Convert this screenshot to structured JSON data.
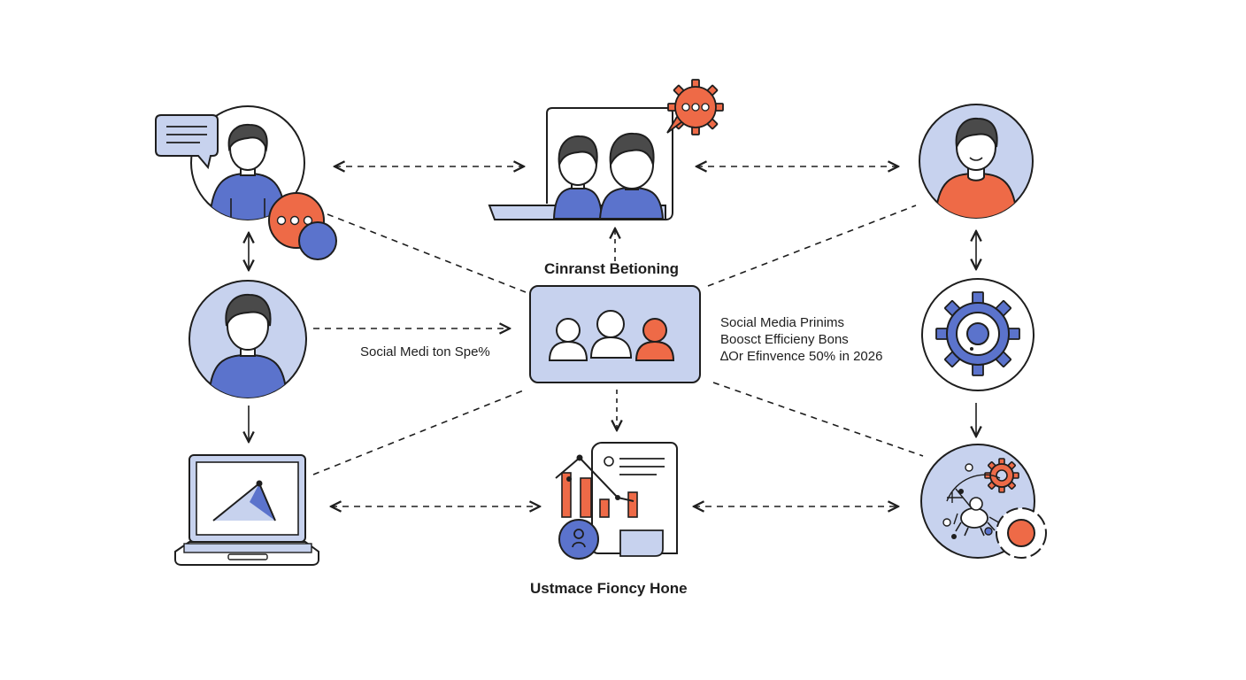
{
  "labels": {
    "top_caption": "Cinranst Betioning",
    "bottom_caption": "Ustmace Fioncy Hone",
    "left_caption": "Social Medi ton Spe%",
    "right_lines": [
      "Social Media Prinims",
      "Boosct Efficieny Bons",
      "∆Or Efinvence 50% in 2026"
    ]
  },
  "colors": {
    "blue": "#5b73cc",
    "light_blue": "#c7d2ee",
    "orange": "#ee6a47",
    "stroke": "#1e1e1e",
    "hair": "#4a4a4a",
    "skin": "#ffffff"
  },
  "nodes": [
    {
      "id": "person-chat",
      "icon": "person-with-chat-bubble-icon"
    },
    {
      "id": "team-screen",
      "icon": "video-meeting-icon"
    },
    {
      "id": "person-orange",
      "icon": "person-icon"
    },
    {
      "id": "person-blue",
      "icon": "person-icon"
    },
    {
      "id": "hub",
      "icon": "group-icon"
    },
    {
      "id": "gear",
      "icon": "gear-icon"
    },
    {
      "id": "laptop",
      "icon": "laptop-chart-icon"
    },
    {
      "id": "report",
      "icon": "report-chart-icon"
    },
    {
      "id": "network",
      "icon": "network-gear-icon"
    }
  ]
}
